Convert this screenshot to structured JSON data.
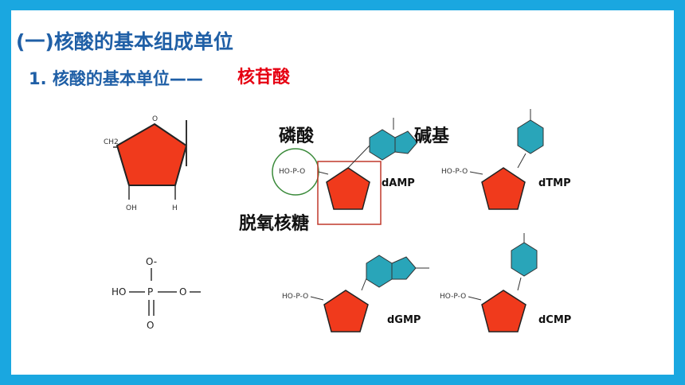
{
  "slide": {
    "title": "(一)核酸的基本组成单位",
    "subtitle": "1. 核酸的基本单位——",
    "highlight": "核苷酸"
  },
  "labels": {
    "phosphate": "磷酸",
    "base": "碱基",
    "sugar": "脱氧核糖"
  },
  "nucleotides": [
    "dAMP",
    "dTMP",
    "dGMP",
    "dCMP"
  ],
  "structure_text": {
    "ch2": "CH2",
    "oh": "OH",
    "h": "H",
    "ho": "HO",
    "p": "P",
    "o": "O",
    "o_minus": "O-",
    "ring_o": "O"
  },
  "colors": {
    "frame": "#1aa7e0",
    "title": "#1f5fa6",
    "highlight": "#e60012",
    "sugar": "#f03a1c",
    "base": "#29a5b9",
    "circle": "#3a8a3a",
    "box": "#c0392b"
  }
}
